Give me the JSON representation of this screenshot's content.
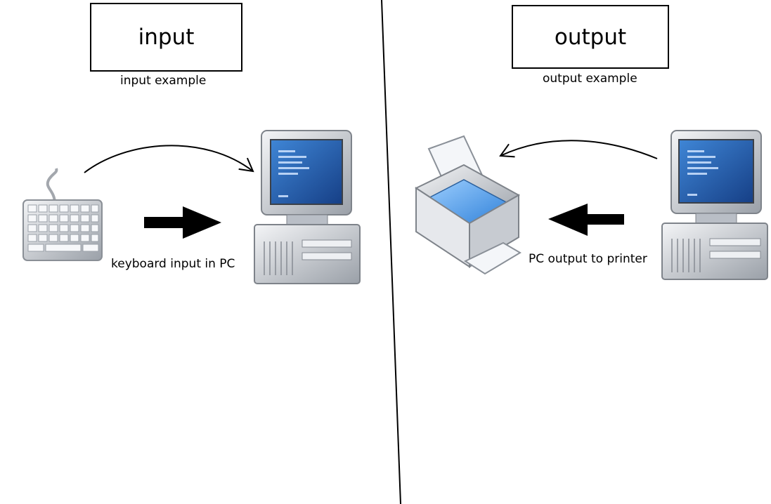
{
  "input_panel": {
    "title": "input",
    "caption": "input example",
    "flow_label": "keyboard input in PC",
    "source_device": "keyboard-icon",
    "target_device": "computer-icon"
  },
  "output_panel": {
    "title": "output",
    "caption": "output example",
    "flow_label": "PC output to printer",
    "source_device": "computer-icon",
    "target_device": "printer-icon"
  },
  "colors": {
    "line": "#000000",
    "screen": "#1f5aa6",
    "device_body": "#d6d9de",
    "printer_tray": "#4a9be8"
  }
}
